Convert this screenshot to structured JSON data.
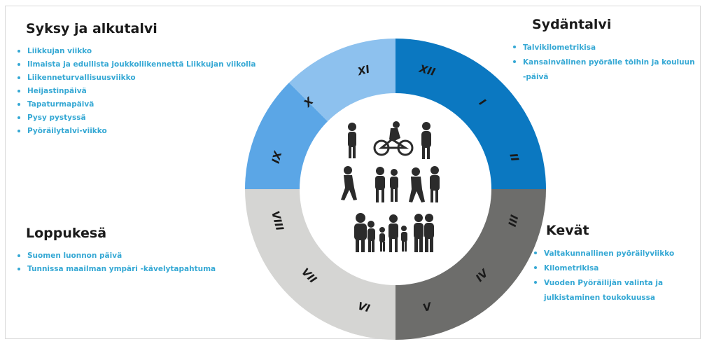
{
  "sections": {
    "autumn": {
      "title": "Syksy ja alkutalvi",
      "items": [
        "Liikkujan viikko",
        "Ilmaista ja edullista joukkoliikennettä Liikkujan viikolla",
        "Liikenneturvallisuusviikko",
        "Heijastinpäivä",
        "Tapaturmapäivä",
        "Pysy pystyssä",
        "Pyöräilytalvi-viikko"
      ]
    },
    "midwinter": {
      "title": "Sydäntalvi",
      "items": [
        "Talvikilometrikisa",
        "Kansainvälinen pyörälle töihin ja kouluun -päivä"
      ]
    },
    "latesummer": {
      "title": "Loppukesä",
      "items": [
        "Suomen luonnon päivä",
        "Tunnissa maailman ympäri -kävelytapahtuma"
      ]
    },
    "spring": {
      "title": "Kevät",
      "items": [
        "Valtakunnallinen pyöräilyviikko",
        "Kilometrikisa",
        "Vuoden Pyöräilijän valinta ja julkistaminen toukokuussa"
      ]
    }
  },
  "wheel": {
    "months": [
      "XII",
      "I",
      "II",
      "III",
      "IV",
      "V",
      "VI",
      "VII",
      "VIII",
      "IX",
      "X",
      "XI"
    ],
    "colors": {
      "midwinter": "#0b78c1",
      "spring": "#6d6d6b",
      "latesummer": "#d5d5d3",
      "autumn": "#5ba6e6",
      "autumn_light": "#8dc1ee"
    },
    "center_icon": "people-walking-cycling-icon"
  }
}
